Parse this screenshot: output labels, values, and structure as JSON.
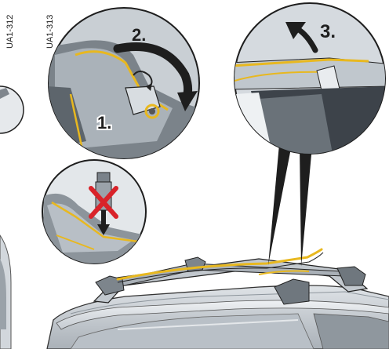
{
  "figure_codes": {
    "left": "UA1-312",
    "right": "UA1-313"
  },
  "steps": {
    "one": "1.",
    "two": "2.",
    "three": "3."
  },
  "colors": {
    "outline": "#222222",
    "highlight": "#e8b81f",
    "metal": "#b8bec4",
    "car_body": "#cfd5da",
    "warning": "#d9232a",
    "shadow": "#5c6168"
  }
}
